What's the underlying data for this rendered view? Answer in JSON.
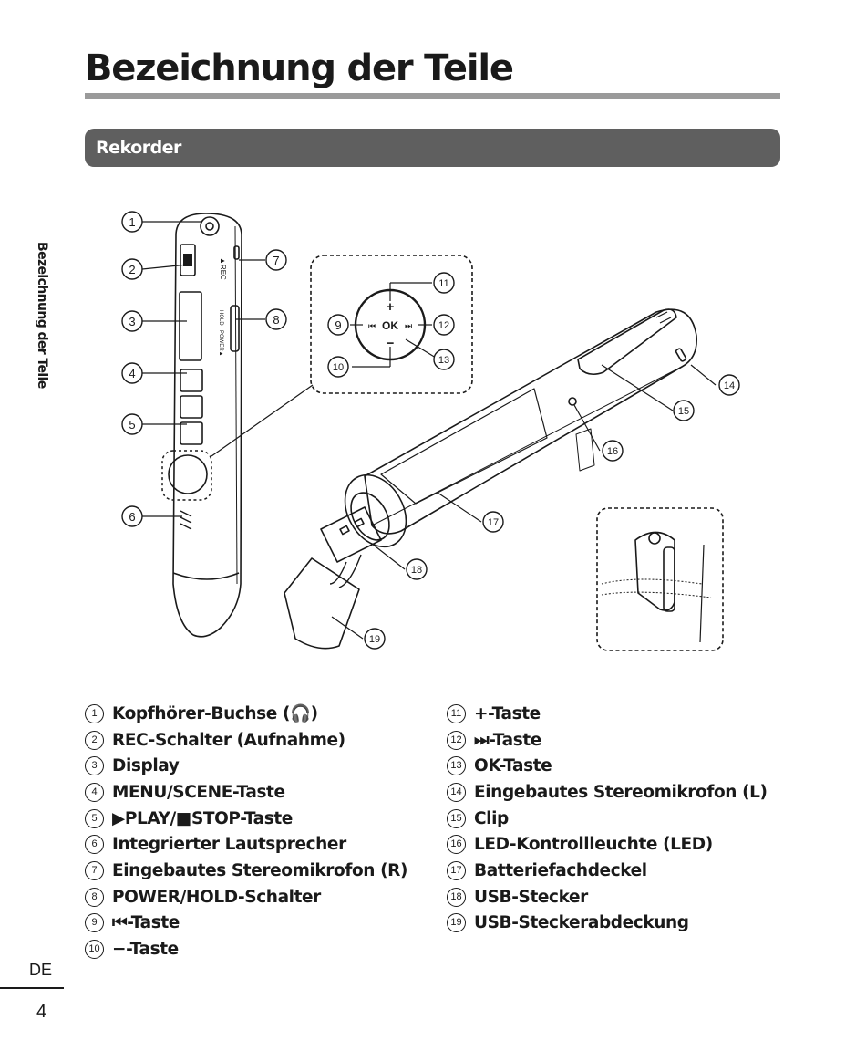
{
  "page": {
    "title": "Bezeichnung der Teile",
    "section": "Rekorder",
    "side_tab": "Bezeichnung der Teile",
    "language": "DE",
    "page_number": "4"
  },
  "diagram": {
    "callouts": [
      "1",
      "2",
      "3",
      "4",
      "5",
      "6",
      "7",
      "8",
      "9",
      "10",
      "11",
      "12",
      "13",
      "14",
      "15",
      "16",
      "17",
      "18",
      "19"
    ],
    "device_labels": {
      "rec": "▲REC",
      "hold": "HOLD",
      "power": "POWER▲",
      "plus": "+",
      "minus": "−",
      "ok": "OK",
      "prev": "⏮",
      "next": "⏭"
    }
  },
  "parts": {
    "left": [
      {
        "num": "1",
        "label": "Kopfhörer-Buchse (🎧)"
      },
      {
        "num": "2",
        "label": "REC-Schalter (Aufnahme)"
      },
      {
        "num": "3",
        "label": "Display"
      },
      {
        "num": "4",
        "label": "MENU/SCENE-Taste"
      },
      {
        "num": "5",
        "label": "▶PLAY/■STOP-Taste"
      },
      {
        "num": "6",
        "label": "Integrierter Lautsprecher"
      },
      {
        "num": "7",
        "label": "Eingebautes Stereomikrofon (R)"
      },
      {
        "num": "8",
        "label": "POWER/HOLD-Schalter"
      },
      {
        "num": "9",
        "label": "⏮-Taste"
      },
      {
        "num": "10",
        "label": "−-Taste"
      }
    ],
    "right": [
      {
        "num": "11",
        "label": "+-Taste"
      },
      {
        "num": "12",
        "label": "⏭-Taste"
      },
      {
        "num": "13",
        "label": "OK-Taste"
      },
      {
        "num": "14",
        "label": "Eingebautes Stereomikrofon (L)"
      },
      {
        "num": "15",
        "label": "Clip"
      },
      {
        "num": "16",
        "label": "LED-Kontrollleuchte (LED)"
      },
      {
        "num": "17",
        "label": "Batteriefachdeckel"
      },
      {
        "num": "18",
        "label": "USB-Stecker"
      },
      {
        "num": "19",
        "label": "USB-Steckerabdeckung"
      }
    ]
  }
}
